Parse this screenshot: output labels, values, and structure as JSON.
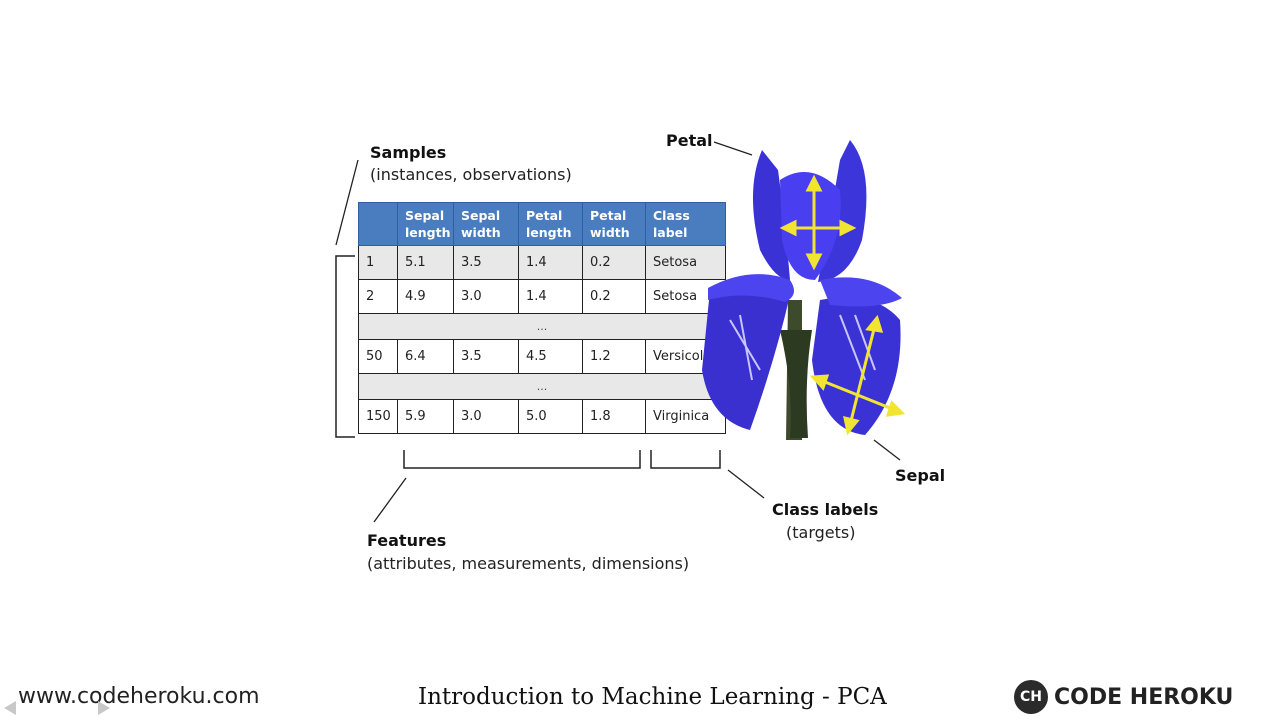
{
  "annotations": {
    "samples": {
      "title": "Samples",
      "sub": "(instances, observations)"
    },
    "features": {
      "title": "Features",
      "sub": "(attributes, measurements, dimensions)"
    },
    "class_labels": {
      "title": "Class labels",
      "sub": "(targets)"
    },
    "petal": "Petal",
    "sepal": "Sepal"
  },
  "table": {
    "headers": [
      "",
      "Sepal length",
      "Sepal width",
      "Petal length",
      "Petal width",
      "Class label"
    ],
    "rows": [
      [
        "1",
        "5.1",
        "3.5",
        "1.4",
        "0.2",
        "Setosa"
      ],
      [
        "2",
        "4.9",
        "3.0",
        "1.4",
        "0.2",
        "Setosa"
      ],
      [
        "50",
        "6.4",
        "3.5",
        "4.5",
        "1.2",
        "Versicolor"
      ],
      [
        "150",
        "5.9",
        "3.0",
        "5.0",
        "1.8",
        "Virginica"
      ]
    ],
    "ellipsis": "..."
  },
  "footer": {
    "website": "www.codeheroku.com",
    "course_title": "Introduction to Machine Learning - PCA",
    "brand_logo": "CH",
    "brand_name": "CODE HEROKU"
  },
  "colors": {
    "header_bg": "#4a7dc0",
    "flower": "#3b32d6",
    "arrow": "#f2e532"
  }
}
